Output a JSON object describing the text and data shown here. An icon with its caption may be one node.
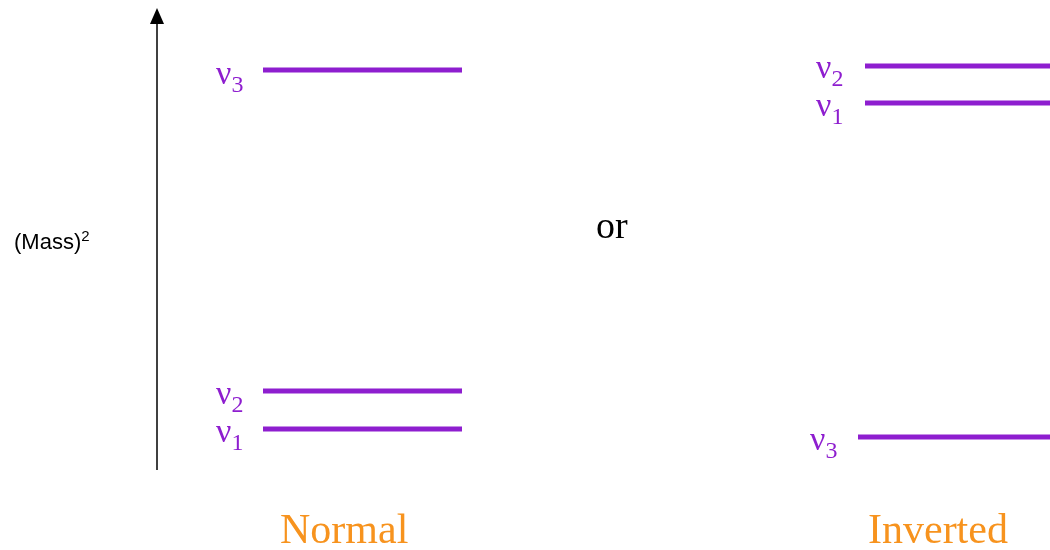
{
  "diagram": {
    "labels": [
      "(Mass)$^{2}$",
      "ν$_{3}$",
      "ν$_{2}$",
      "ν$_{1}$",
      "or",
      "ν$_{2}$",
      "ν$_{1}$",
      "ν$_{3}$",
      "Normal",
      "Inverted"
    ]
  }
}
